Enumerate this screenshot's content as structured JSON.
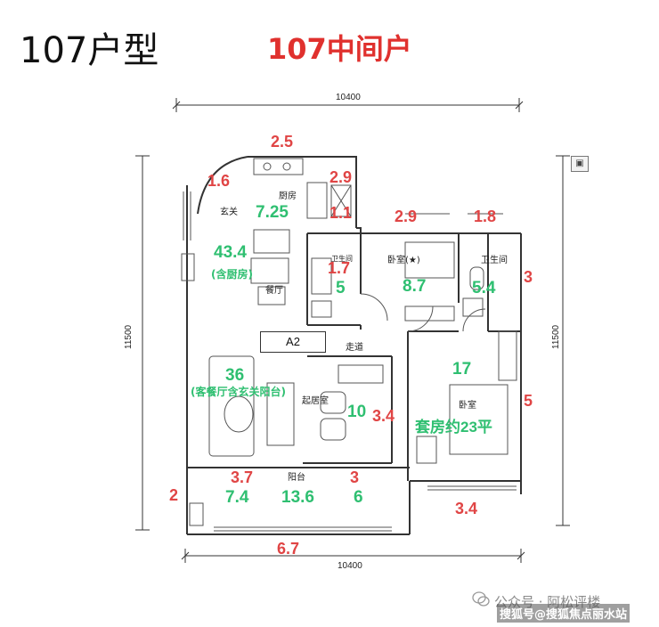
{
  "header": {
    "title": "107户型",
    "subtitle": "107中间户"
  },
  "dimensions": {
    "top_total": "10400",
    "bottom_total": "10400",
    "left_total": "11500",
    "right_total": "11500"
  },
  "room_names": {
    "entrance": "玄关",
    "kitchen": "厨房",
    "dining": "餐厅",
    "bath1": "卫生间",
    "bath2": "卫生间",
    "master_bedroom": "卧室(★)",
    "corridor": "走道",
    "study": "起居室",
    "bedroom": "卧室",
    "balcony": "阳台",
    "unit_tag": "A2"
  },
  "red_labels": {
    "kitchen_width": "2.5",
    "entrance_width": "1.6",
    "shaft_width": "2.9",
    "shaft_depth": "1.1",
    "master_width": "2.9",
    "bath2_width": "1.8",
    "bath2_depth": "3",
    "bath1_depth": "1.7",
    "study_depth": "3.4",
    "bedroom_depth": "5",
    "balcony_left_depth": "2",
    "balcony_w1": "3.7",
    "balcony_w2": "3",
    "bedroom_width": "3.4",
    "bottom_width": "6.7"
  },
  "green_labels": {
    "kitchen_area": "7.25",
    "living_area": "43.4",
    "living_note": "(含厨房)",
    "bath1_area": "5",
    "master_area": "8.7",
    "bath2_area": "5.4",
    "living_room_area": "36",
    "living_room_note": "(客餐厅含玄关阳台)",
    "study_area": "10",
    "bedroom_area": "17",
    "suite_note": "套房约23平",
    "balcony_a": "7.4",
    "balcony_b": "13.6",
    "balcony_c": "6"
  },
  "watermark": {
    "line1": "公众号 · 阿松评楼",
    "line2": "搜狐号@搜狐焦点丽水站"
  },
  "colors": {
    "red": "#e04545",
    "green": "#2fbf71",
    "title_red": "#e0312e",
    "wall": "#333333"
  },
  "icons": [
    "scan-icon",
    "wechat-logo-icon"
  ]
}
